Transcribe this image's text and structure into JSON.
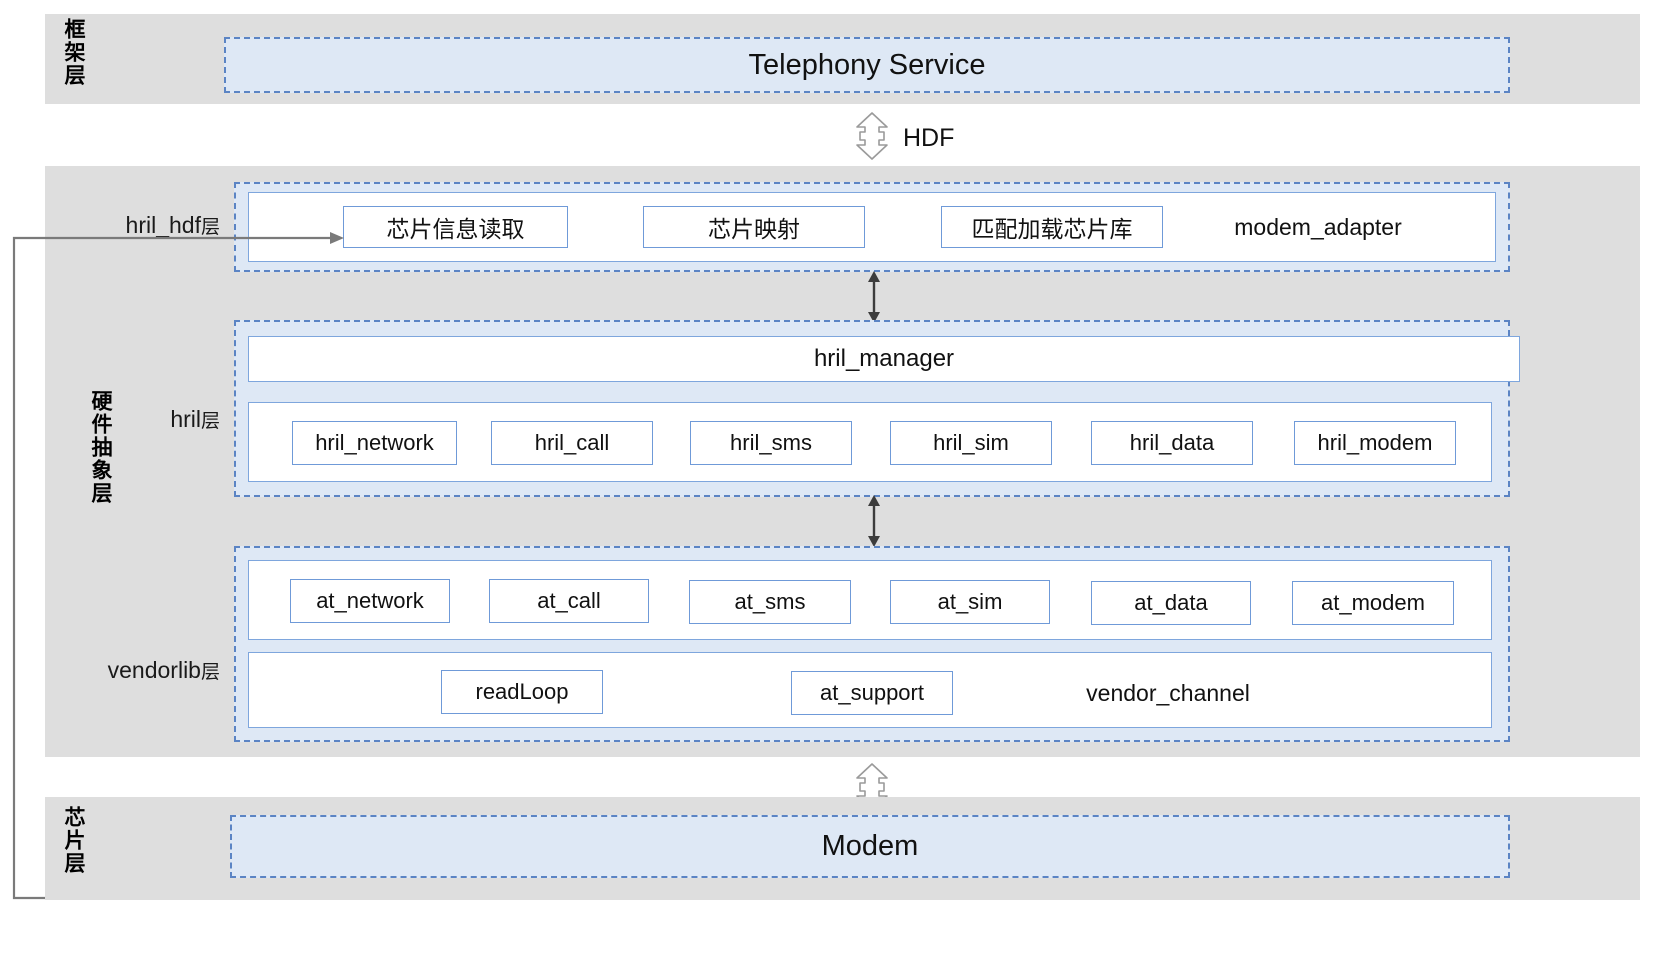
{
  "diagram": {
    "title": "Telephony / HRIL hardware abstraction layered architecture",
    "colors": {
      "band_gray": "#dedede",
      "dashed_border_blue": "#5b84c4",
      "fill_light_blue": "#dee8f5",
      "box_border_blue": "#6f9ad8",
      "panel_border_blue": "#7ea6dd",
      "arrow_gray": "#808080",
      "text": "#111111"
    }
  },
  "layers": {
    "framework": {
      "side_label": "框架层",
      "box_title": "Telephony Service"
    },
    "hal": {
      "side_label": "硬件抽象层",
      "sublayers": {
        "hril_hdf": {
          "label_main": "hril_hdf",
          "label_suffix": "层",
          "group_name": "modem_adapter",
          "modules": [
            "芯片信息读取",
            "芯片映射",
            "匹配加载芯片库"
          ]
        },
        "hril": {
          "label_main": "hril",
          "label_suffix": "层",
          "manager": "hril_manager",
          "modules": [
            "hril_network",
            "hril_call",
            "hril_sms",
            "hril_sim",
            "hril_data",
            "hril_modem"
          ]
        },
        "vendorlib": {
          "label_main": "vendorlib",
          "label_suffix": "层",
          "group_name": "vendor_channel",
          "at_modules": [
            "at_network",
            "at_call",
            "at_sms",
            "at_sim",
            "at_data",
            "at_modem"
          ],
          "channel_modules": [
            "readLoop",
            "at_support"
          ]
        }
      }
    },
    "chip": {
      "side_label": "芯片层",
      "box_title": "Modem"
    }
  },
  "connectors": {
    "hdf": {
      "label": "HDF",
      "type": "double-headed-vertical-hollow-arrow"
    },
    "hril_hdf_to_hril": {
      "label": "",
      "type": "double-headed-vertical-thin-arrow"
    },
    "hril_to_vendorlib": {
      "label": "",
      "type": "double-headed-vertical-thin-arrow"
    },
    "vendorlib_to_modem": {
      "label": "",
      "type": "double-headed-vertical-hollow-arrow"
    },
    "modem_to_chipinfo": {
      "label": "",
      "type": "feedback-polyline-arrow"
    }
  }
}
